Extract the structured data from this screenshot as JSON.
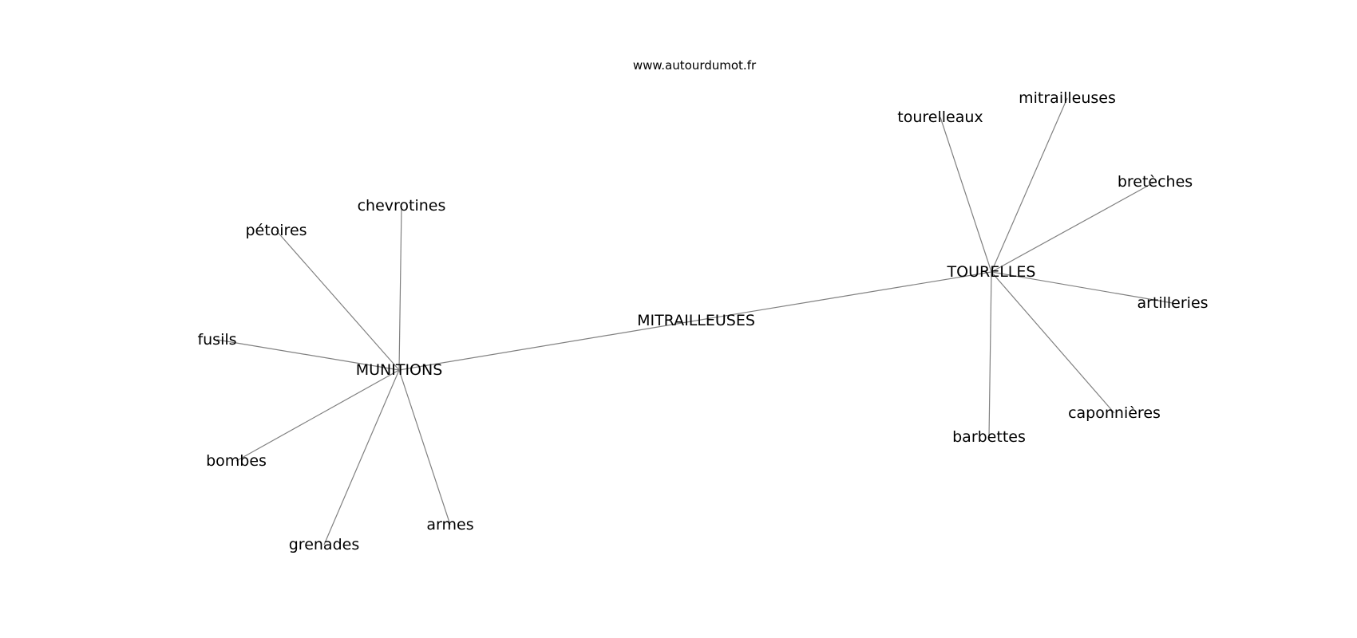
{
  "watermark": "www.autourdumot.fr",
  "graph": {
    "nodes": [
      {
        "id": "MITRAILLEUSES",
        "label": "MITRAILLEUSES"
      },
      {
        "id": "MUNITIONS",
        "label": "MUNITIONS"
      },
      {
        "id": "TOURELLES",
        "label": "TOURELLES"
      },
      {
        "id": "chevrotines",
        "label": "chevrotines"
      },
      {
        "id": "petoires",
        "label": "pétoires"
      },
      {
        "id": "fusils",
        "label": "fusils"
      },
      {
        "id": "bombes",
        "label": "bombes"
      },
      {
        "id": "grenades",
        "label": "grenades"
      },
      {
        "id": "armes",
        "label": "armes"
      },
      {
        "id": "tourelleaux",
        "label": "tourelleaux"
      },
      {
        "id": "mitrailleuses",
        "label": "mitrailleuses"
      },
      {
        "id": "breteches",
        "label": "bretèches"
      },
      {
        "id": "artilleries",
        "label": "artilleries"
      },
      {
        "id": "caponnieres",
        "label": "caponnières"
      },
      {
        "id": "barbettes",
        "label": "barbettes"
      }
    ],
    "edges": [
      [
        "MUNITIONS",
        "MITRAILLEUSES"
      ],
      [
        "MITRAILLEUSES",
        "TOURELLES"
      ],
      [
        "MUNITIONS",
        "chevrotines"
      ],
      [
        "MUNITIONS",
        "petoires"
      ],
      [
        "MUNITIONS",
        "fusils"
      ],
      [
        "MUNITIONS",
        "bombes"
      ],
      [
        "MUNITIONS",
        "grenades"
      ],
      [
        "MUNITIONS",
        "armes"
      ],
      [
        "TOURELLES",
        "tourelleaux"
      ],
      [
        "TOURELLES",
        "mitrailleuses"
      ],
      [
        "TOURELLES",
        "breteches"
      ],
      [
        "TOURELLES",
        "artilleries"
      ],
      [
        "TOURELLES",
        "caponnieres"
      ],
      [
        "TOURELLES",
        "barbettes"
      ]
    ]
  }
}
